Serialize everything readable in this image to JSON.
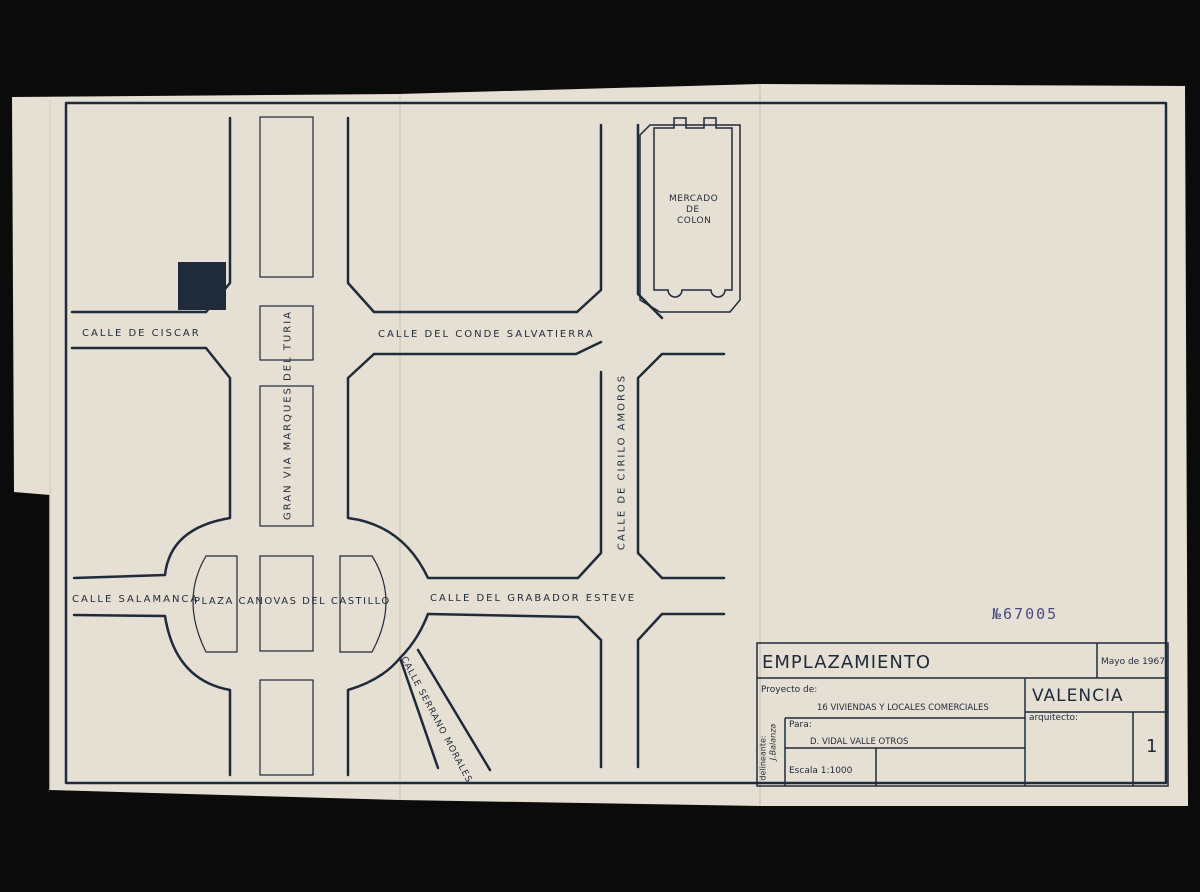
{
  "colors": {
    "paper": "#e6dfd3",
    "ink": "#1f2a3a",
    "stamp": "#4a4a86",
    "background": "#0b0b0b"
  },
  "map": {
    "streets": {
      "calle_ciscar": "CALLE  DE  CISCAR",
      "conde_salvatierra": "CALLE  DEL  CONDE  SALVATIERRA",
      "gran_via": "GRAN  VIA  MARQUES  DEL  TURIA",
      "cirilo_amoros": "CALLE  DE  CIRILO  AMOROS",
      "calle_salamanca": "CALLE  SALAMANCA",
      "plaza": "PLAZA  CANOVAS  DEL  CASTILLO",
      "grabador_esteve": "CALLE  DEL  GRABADOR  ESTEVE",
      "serrano_morales": "CALLE SERRANO MORALES"
    },
    "mercado_line1": "MERCADO",
    "mercado_line2": "DE",
    "mercado_line3": "COLON"
  },
  "stamp": {
    "number": "№67005"
  },
  "title_block": {
    "title": "EMPLAZAMIENTO",
    "date": "Mayo de 1967",
    "proyecto_label": "Proyecto  de:",
    "proyecto_value": "16  VIVIENDAS  Y  LOCALES  COMERCIALES",
    "city": "VALENCIA",
    "arquitecto_label": "arquitecto:",
    "para_label": "Para:",
    "para_value": "D.  VIDAL  VALLE  OTROS",
    "escala": "Escala  1:1000",
    "delineante_label": "delineante:",
    "delineante_name": "J.Balanza",
    "sheet_number": "1"
  }
}
